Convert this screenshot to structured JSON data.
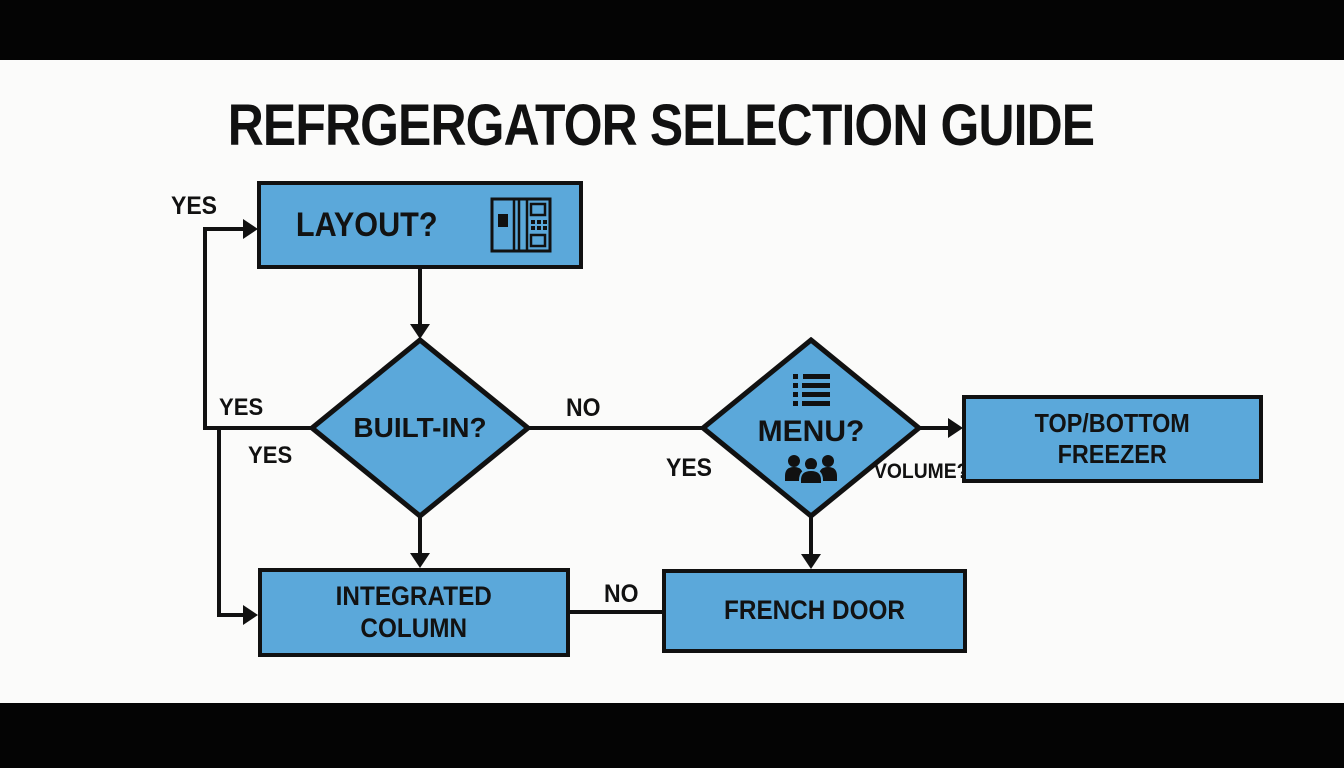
{
  "title": "REFRGERGATOR SELECTION GUIDE",
  "colors": {
    "letterbox": "#040404",
    "background": "#fbfbfa",
    "node_fill": "#5ba8da",
    "line": "#111111",
    "text": "#121212"
  },
  "nodes": {
    "layout": {
      "label": "LAYOUT?",
      "icon": "refrigerator-icon"
    },
    "built_in": {
      "label": "BUILT-IN?"
    },
    "menu": {
      "label": "MENU?",
      "icon_top": "list-icon",
      "icon_bottom": "people-icon"
    },
    "top_bottom_freezer": {
      "line1": "TOP/BOTTOM",
      "line2": "FREEZER"
    },
    "integrated_column": {
      "line1": "INTEGRATED",
      "line2": "COLUMN"
    },
    "french_door": {
      "label": "FRENCH DOOR"
    }
  },
  "edge_labels": {
    "yes_top": "YES",
    "yes_left_upper": "YES",
    "yes_left_lower": "YES",
    "no_between_diamonds": "NO",
    "yes_menu": "YES",
    "volume": "VOLUME?",
    "no_between_boxes": "NO"
  }
}
